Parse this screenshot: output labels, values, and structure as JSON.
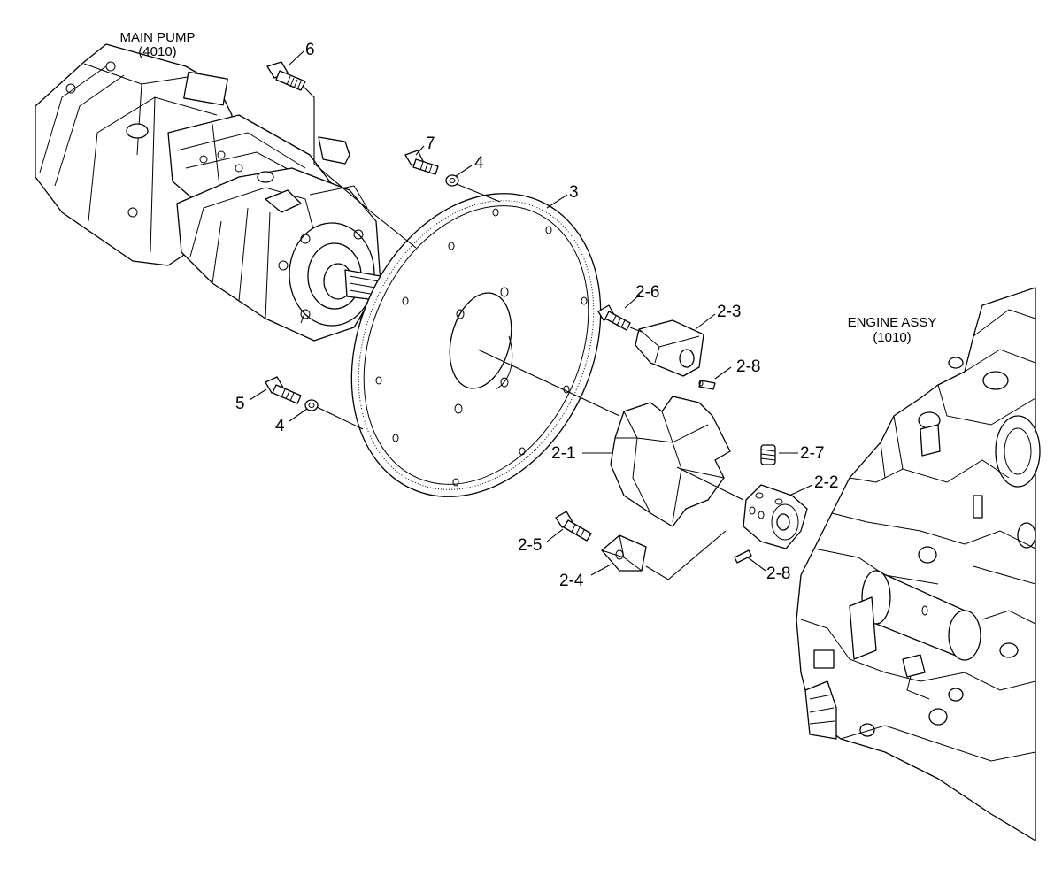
{
  "assemblies": {
    "main_pump": {
      "name": "MAIN PUMP",
      "code": "(4010)"
    },
    "engine": {
      "name": "ENGINE ASSY",
      "code": "(1010)"
    }
  },
  "callouts": {
    "c6": "6",
    "c7": "7",
    "c4a": "4",
    "c3": "3",
    "c2_6": "2-6",
    "c2_3": "2-3",
    "c2_8a": "2-8",
    "c5": "5",
    "c4b": "4",
    "c2_1": "2-1",
    "c2_7": "2-7",
    "c2_2": "2-2",
    "c2_5": "2-5",
    "c2_4": "2-4",
    "c2_8b": "2-8"
  }
}
